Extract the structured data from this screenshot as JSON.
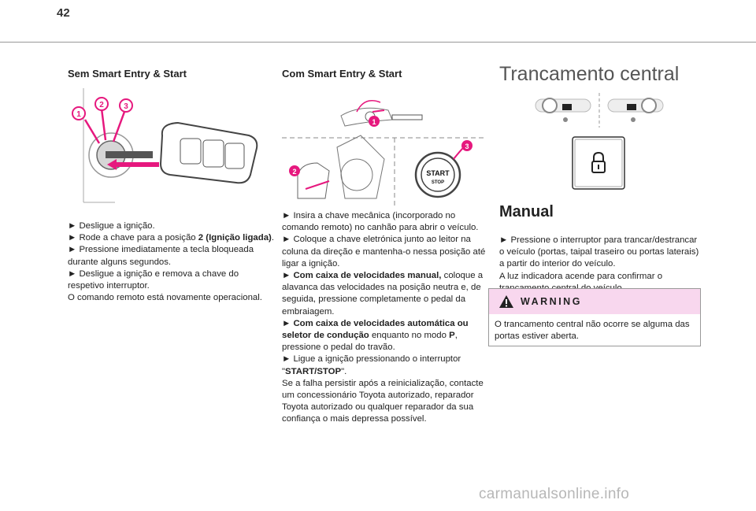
{
  "page": {
    "number": "42"
  },
  "col1": {
    "heading": "Sem Smart Entry & Start",
    "callouts": [
      "1",
      "2",
      "3"
    ],
    "lines": [
      [
        "► Desligue a ignição."
      ],
      [
        "► Rode a chave para a posição ",
        "2 (Ignição ligada)",
        "."
      ],
      [
        "► Pressione imediatamente a tecla bloqueada durante alguns segundos."
      ],
      [
        "► Desligue a ignição e remova a chave do respetivo interruptor."
      ],
      [
        "O comando remoto está novamente operacional."
      ]
    ]
  },
  "col2": {
    "heading": "Com Smart Entry & Start",
    "callouts": [
      "1",
      "2",
      "3"
    ],
    "start_button": {
      "line1": "START",
      "line2": "STOP"
    },
    "p1": "► Insira a chave mecânica (incorporado no comando remoto) no canhão para abrir o veículo.",
    "p2": "► Coloque a chave eletrónica junto ao leitor na coluna da direção e mantenha-o nessa posição até ligar a ignição.",
    "p3_bold": "► Com caixa de velocidades manual,",
    "p3_rest": " coloque a alavanca das velocidades na posição neutra e, de seguida, pressione completamente o pedal da embraiagem.",
    "p4_bold": "► Com caixa de velocidades automática ou seletor de condução",
    "p4_mid": " enquanto no modo ",
    "p4_p": "P",
    "p4_end": ", pressione o pedal do travão.",
    "p5_a": "► Ligue a ignição pressionando o interruptor \"",
    "p5_b": "START/STOP",
    "p5_c": "\".",
    "p6": "Se a falha persistir após a reinicialização, contacte um concessionário Toyota autorizado, reparador Toyota autorizado ou qualquer reparador da sua confiança o mais depressa possível."
  },
  "col3": {
    "title": "Trancamento central",
    "manual_heading": "Manual",
    "p1": "► Pressione o interruptor para trancar/destrancar o veículo (portas, taipal traseiro ou portas laterais) a partir do interior do veículo.",
    "p2": "A luz indicadora acende para confirmar o trancamento central do veículo.",
    "warning": {
      "title": "WARNING",
      "body": "O trancamento central não ocorre se alguma das portas estiver aberta."
    }
  },
  "footer": {
    "watermark": "carmanualsonline.info"
  },
  "colors": {
    "accent_magenta": "#e6187e",
    "warning_bg": "#f8d7ee"
  }
}
